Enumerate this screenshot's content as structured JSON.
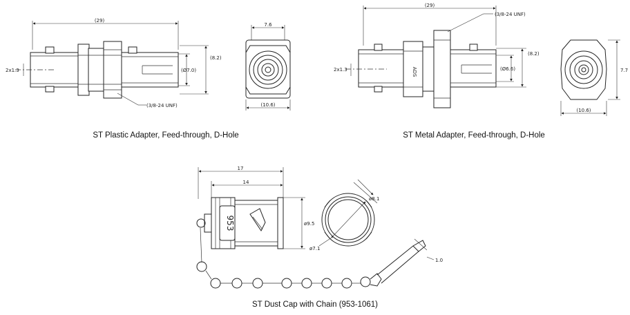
{
  "captions": {
    "plastic": "ST Plastic Adapter, Feed-through, D-Hole",
    "metal": "ST Metal Adapter, Feed-through, D-Hole",
    "dustcap": "ST Dust Cap with Chain (953-1061)"
  },
  "plastic_dims": {
    "overall_length": "(29)",
    "height": "(8.2)",
    "bore": "(Ø7.0)",
    "fiber": "2x1.3",
    "thread": "(3/8-24 UNF)",
    "end_width": "7.6",
    "flat": "(10.6)"
  },
  "metal_dims": {
    "overall_length": "(29)",
    "thread": "(3/8-24 UNF)",
    "height": "(8.2)",
    "bore": "(Ø6.6)",
    "fiber": "2x1.3",
    "end_height": "7.7",
    "flat": "(10.6)",
    "body_mark": "ADS"
  },
  "dustcap_dims": {
    "overall_length": "17",
    "body_length": "14",
    "diameter": "ø9.5",
    "part_mark": "953",
    "end_dia": "ø8.1",
    "outer_dia": "ø7.1",
    "wire": "1.0"
  }
}
